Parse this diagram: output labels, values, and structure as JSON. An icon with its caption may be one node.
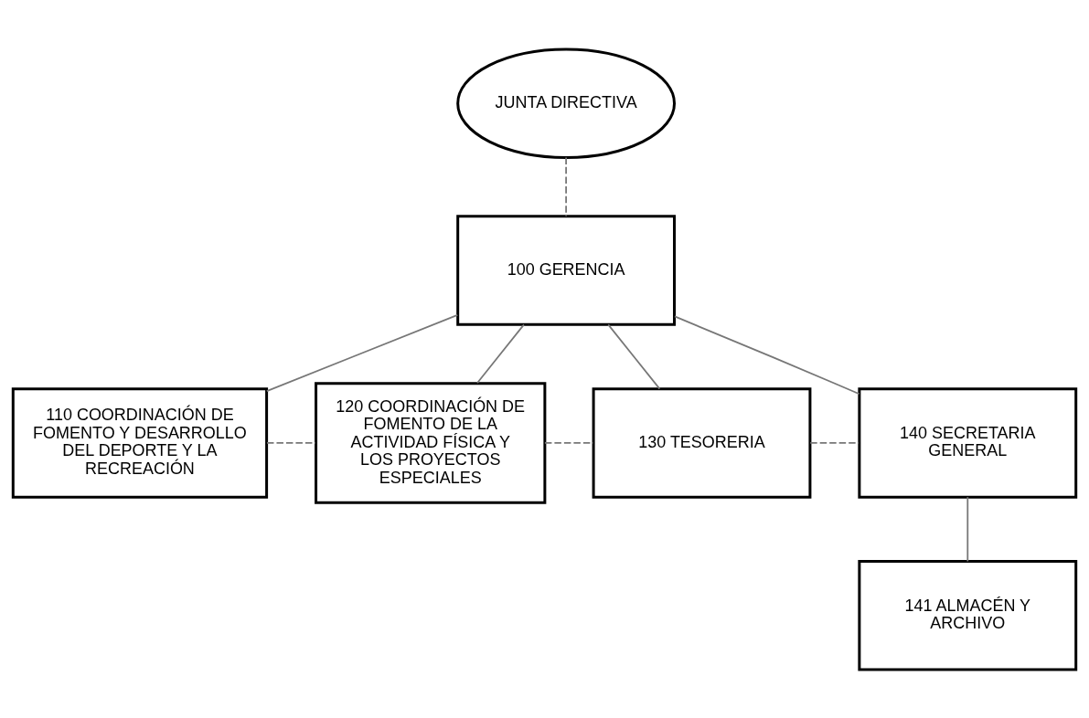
{
  "diagram": {
    "nodes": [
      {
        "text": [
          "JUNTA DIRECTIVA"
        ]
      },
      {
        "text": [
          "100 GERENCIA"
        ]
      },
      {
        "text": [
          "110 COORDINACIÓN DE FOMENTO Y DESARROLLO DEL DEPORTE Y LA RECREACIÓN"
        ]
      },
      {
        "text": [
          "120 COORDINACIÓN DE FOMENTO DE LA ACTIVIDAD FÍSICA Y LOS PROYECTOS ESPECIALES"
        ]
      },
      {
        "text": [
          "130 TESORERIA"
        ]
      },
      {
        "text": [
          "140 SECRETARIA GENERAL"
        ]
      },
      {
        "text": [
          "141 ALMACÉN Y ARCHIVO"
        ]
      }
    ],
    "edges": [
      {
        "from": 0,
        "to": 1,
        "arrow": "none",
        "style": "dashed"
      },
      {
        "from": 1,
        "to": 2,
        "arrow": "none"
      },
      {
        "from": 1,
        "to": 3,
        "arrow": "none"
      },
      {
        "from": 1,
        "to": 4,
        "arrow": "none"
      },
      {
        "from": 1,
        "to": 5,
        "arrow": "none"
      },
      {
        "from": 2,
        "to": 3,
        "arrow": "none",
        "style": "dashed"
      },
      {
        "from": 3,
        "to": 4,
        "arrow": "none",
        "style": "dashed"
      },
      {
        "from": 4,
        "to": 5,
        "arrow": "none",
        "style": "dashed"
      },
      {
        "from": 5,
        "to": 6,
        "arrow": "none"
      }
    ]
  }
}
